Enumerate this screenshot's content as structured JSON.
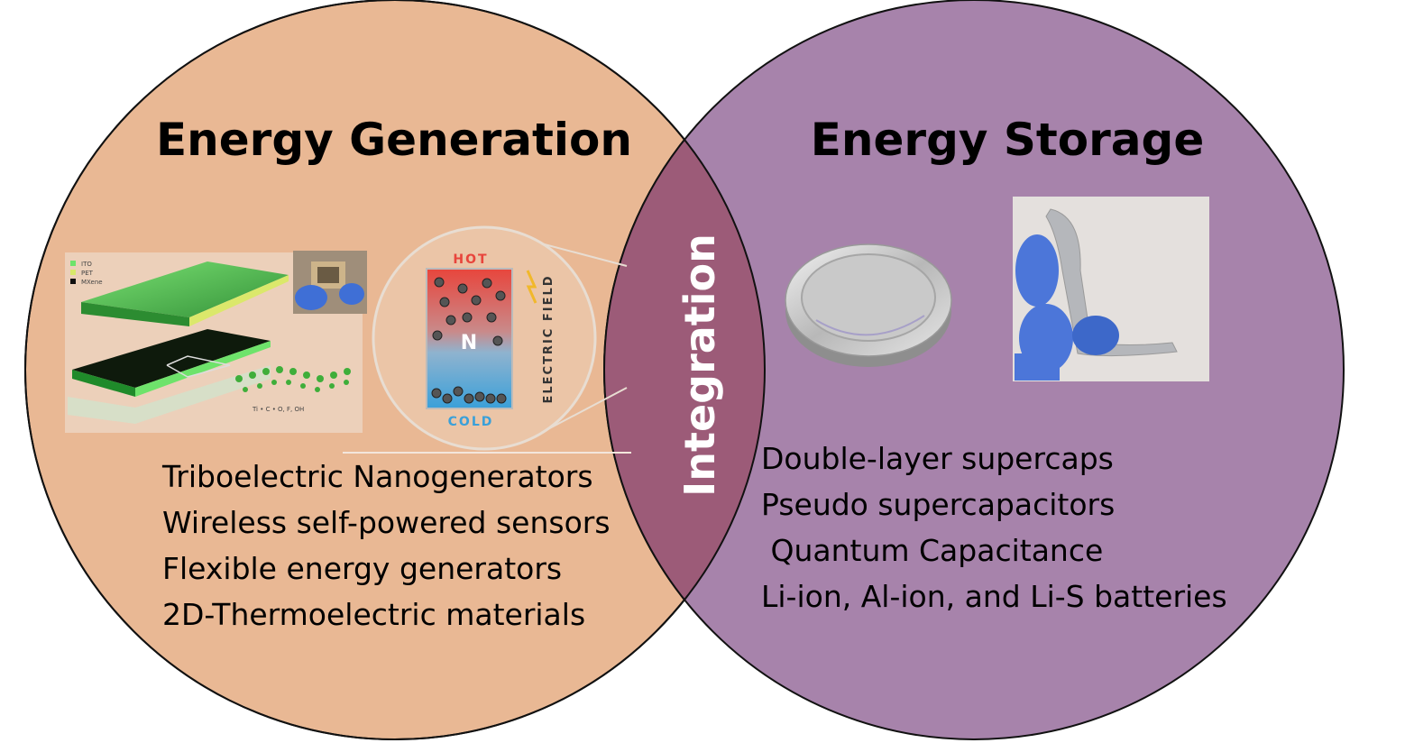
{
  "left_circle": {
    "title": "Energy Generation",
    "items": [
      "Triboelectric Nanogenerators",
      "Wireless self-powered sensors",
      "Flexible energy generators",
      "2D-Thermoelectric materials"
    ],
    "fill_color": "#e9b894"
  },
  "right_circle": {
    "title": "Energy Storage",
    "items": [
      "Double-layer supercaps",
      "Pseudo supercapacitors",
      " Quantum Capacitance",
      "Li-ion, Al-ion, and Li-S batteries"
    ],
    "fill_color": "#a783ab"
  },
  "overlap": {
    "label": "Integration",
    "fill_color": "#9c5b78"
  },
  "thermo_figure": {
    "hot_label": "HOT",
    "cold_label": "COLD",
    "center_letter": "N",
    "field_label": "ELECTRIC FIELD"
  },
  "tribo_figure": {
    "legend": [
      "ITO",
      "PET",
      "MXene"
    ],
    "caption": "Ti  • C  • O, F, OH"
  }
}
